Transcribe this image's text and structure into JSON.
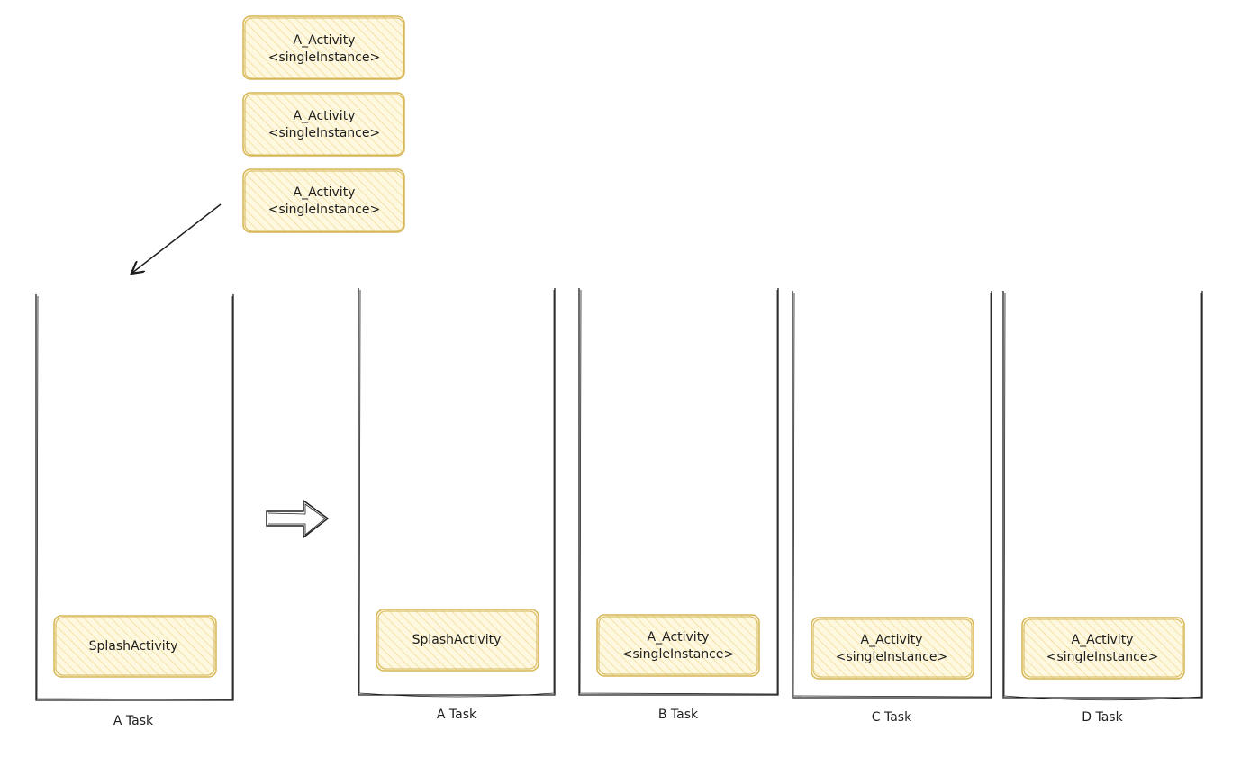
{
  "colors": {
    "box_fill": "#fff6d9",
    "box_stroke": "#d6b656",
    "box_hatch": "#f3e3a8",
    "line": "#1e1e1e"
  },
  "incoming": {
    "activities": [
      {
        "name": "A_Activity",
        "mode": "<singleInstance>"
      },
      {
        "name": "A_Activity",
        "mode": "<singleInstance>"
      },
      {
        "name": "A_Activity",
        "mode": "<singleInstance>"
      }
    ]
  },
  "before": {
    "task_label": "A Task",
    "activity": "SplashActivity"
  },
  "after": {
    "tasks": [
      {
        "label": "A Task",
        "activity": "SplashActivity",
        "mode": ""
      },
      {
        "label": "B Task",
        "activity": "A_Activity",
        "mode": "<singleInstance>"
      },
      {
        "label": "C Task",
        "activity": "A_Activity",
        "mode": "<singleInstance>"
      },
      {
        "label": "D Task",
        "activity": "A_Activity",
        "mode": "<singleInstance>"
      }
    ]
  }
}
